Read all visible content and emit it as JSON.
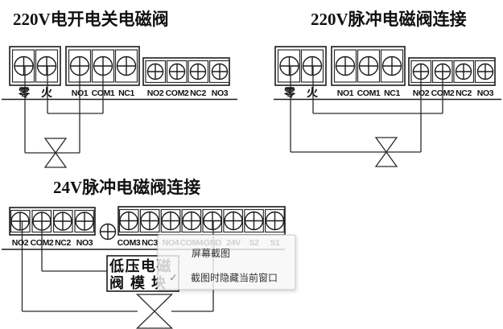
{
  "diagram_220v_switch": {
    "title": "220V电开电关电磁阀",
    "power_labels": [
      "零",
      "火"
    ],
    "relay1_labels": [
      "NO1",
      "COM1",
      "NC1"
    ],
    "relay2_labels": [
      "NO2",
      "COM2",
      "NC2",
      "NO3"
    ]
  },
  "diagram_220v_pulse": {
    "title": "220V脉冲电磁阀连接",
    "power_labels": [
      "零",
      "火"
    ],
    "relay1_labels": [
      "NO1",
      "COM1",
      "NC1"
    ],
    "relay2_labels": [
      "NO2",
      "COM2",
      "NC2",
      "NO3"
    ]
  },
  "diagram_24v_pulse": {
    "title": "24V脉冲电磁阀连接",
    "relay_labels": [
      "NO2",
      "COM2",
      "NC2",
      "NO3"
    ],
    "io_labels": [
      "COM3",
      "NC3",
      "NO4",
      "COM4",
      "GND",
      "24V",
      "S2",
      "S1"
    ],
    "module_label_line1": "低压电磁",
    "module_label_line2": "阀 模 块"
  },
  "context_menu": {
    "items": [
      {
        "label": "屏幕截图",
        "checked": false
      },
      {
        "label": "截图时隐藏当前窗口",
        "checked": true
      }
    ],
    "checkmark": "✓"
  },
  "colors": {
    "ink": "#1a1a1a",
    "menu_text": "#333333",
    "menu_border": "#c9c9c9",
    "checkmark": "#8a8a8a"
  }
}
